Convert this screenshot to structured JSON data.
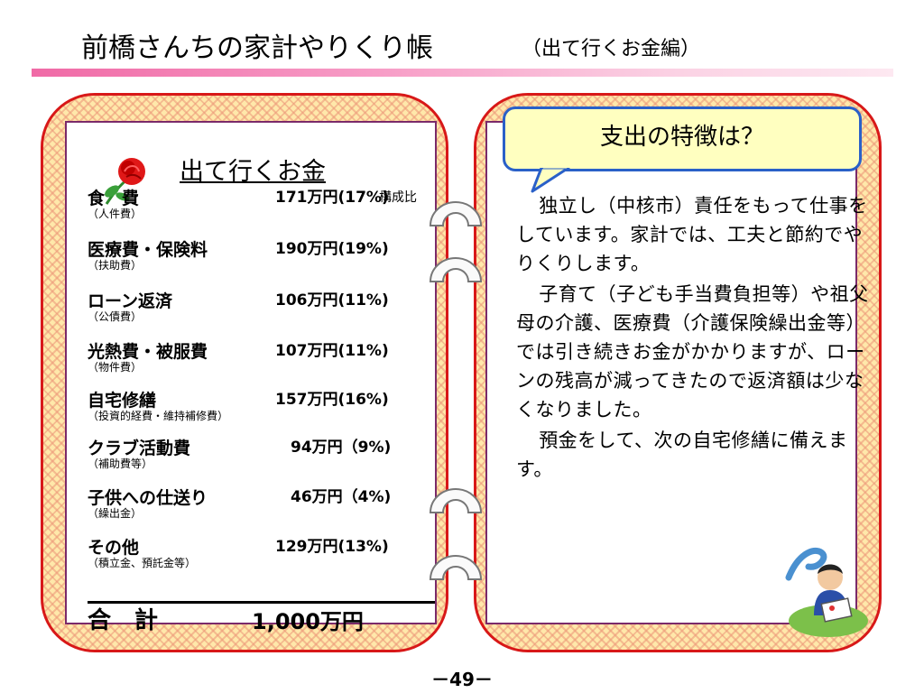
{
  "header": {
    "title": "前橋さんちの家計やりくり帳",
    "subtitle": "（出て行くお金編）"
  },
  "left": {
    "heading": "出て行くお金",
    "ratio_label": "構成比",
    "items": [
      {
        "name": "食　費",
        "sub": "（人件費）",
        "amount": "171万円(17%)"
      },
      {
        "name": "医療費・保険料",
        "sub": "（扶助費）",
        "amount": "190万円(19%)"
      },
      {
        "name": "ローン返済",
        "sub": "（公債費）",
        "amount": "106万円(11%)"
      },
      {
        "name": "光熱費・被服費",
        "sub": "（物件費）",
        "amount": "107万円(11%)"
      },
      {
        "name": "自宅修繕",
        "sub": "（投資的経費・維持補修費）",
        "amount": "157万円(16%)"
      },
      {
        "name": "クラブ活動費",
        "sub": "（補助費等）",
        "amount": "　94万円（9%)"
      },
      {
        "name": "子供への仕送り",
        "sub": "（繰出金）",
        "amount": "　46万円（4%)"
      },
      {
        "name": "その他",
        "sub": "（積立金、預託金等）",
        "amount": "129万円(13%)"
      }
    ],
    "total_label": "合　計",
    "total_value": "1,000万円"
  },
  "right": {
    "callout": "支出の特徴は？",
    "paragraphs": [
      "独立し（中核市）責任をもって仕事をしています。家計では、工夫と節約でやりくりします。",
      "子育て（子ども手当費負担等）や祖父母の介護、医療費（介護保険繰出金等）では引き続きお金がかかりますが、ローンの残高が減ってきたので返済額は少なくなりました。",
      "預金をして、次の自宅修繕に備えます。"
    ]
  },
  "footer": {
    "page_number": "－49－"
  },
  "colors": {
    "title_bar": "#f06aa6",
    "book_border": "#d81818",
    "book_fill": "#ffe8aa",
    "panel_border": "#7a2a6a",
    "callout_fill": "#ffffc0",
    "callout_border": "#2a60c8"
  },
  "icons": [
    "rose-icon",
    "binder-ring-icon",
    "child-reading-icon"
  ]
}
